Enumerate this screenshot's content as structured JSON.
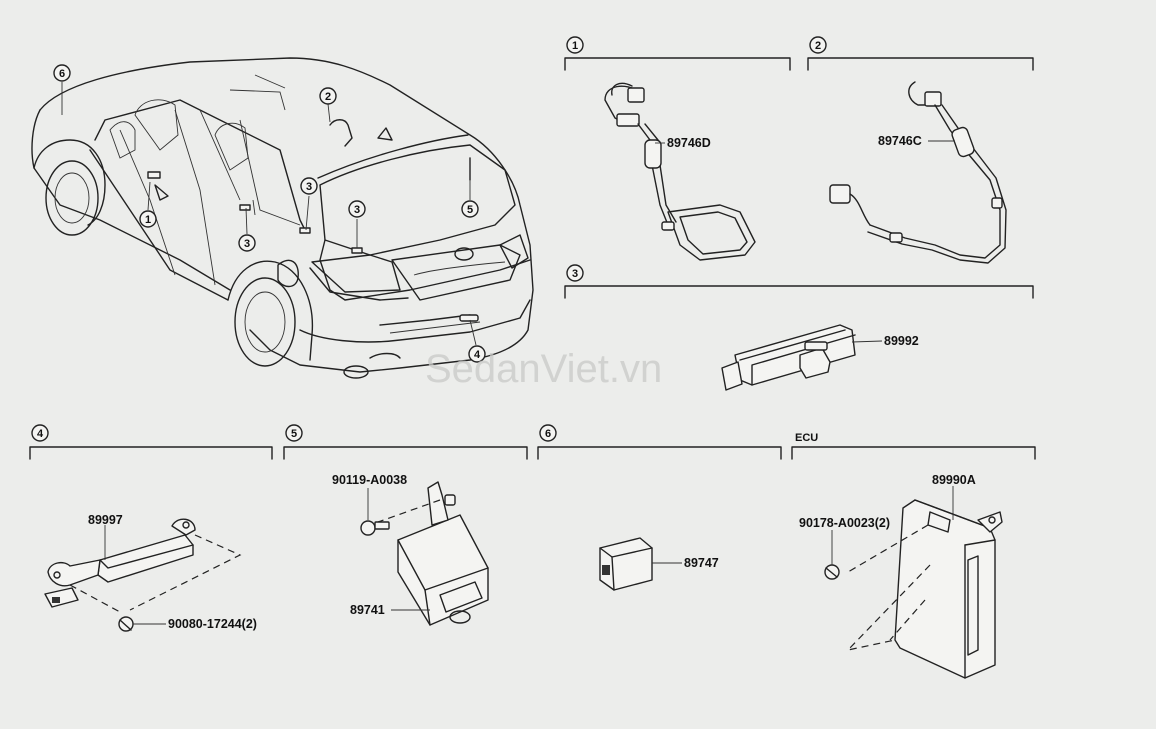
{
  "watermark": "SedanViet.vn",
  "sections": {
    "s1": {
      "marker": "1",
      "part": "89746D"
    },
    "s2": {
      "marker": "2",
      "part": "89746C"
    },
    "s3": {
      "marker": "3",
      "part": "89992"
    },
    "s4": {
      "marker": "4",
      "part": "89997",
      "bolt": "90080-17244(2)"
    },
    "s5": {
      "marker": "5",
      "part": "89741",
      "bolt": "90119-A0038"
    },
    "s6": {
      "marker": "6",
      "part": "89747"
    },
    "ecu": {
      "label": "ECU",
      "part": "89990A",
      "bolt": "90178-A0023(2)"
    }
  },
  "car_callouts": [
    "6",
    "2",
    "1",
    "3",
    "3",
    "3",
    "5",
    "4"
  ]
}
